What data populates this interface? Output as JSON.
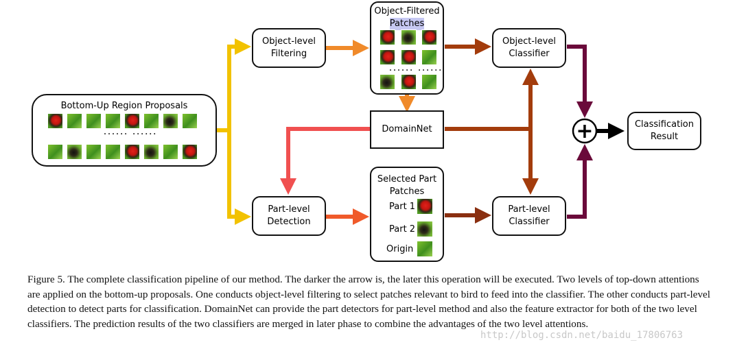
{
  "diagram": {
    "boxes": {
      "proposals": "Bottom-Up Region Proposals",
      "object_filtering": [
        "Object-level",
        "Filtering"
      ],
      "object_patches": [
        "Object-Filtered",
        "Patches"
      ],
      "domainnet": "DomainNet",
      "part_detection": [
        "Part-level",
        "Detection"
      ],
      "part_patches": [
        "Selected Part",
        "Patches"
      ],
      "object_classifier": [
        "Object-level",
        "Classifier"
      ],
      "part_classifier": [
        "Part-level",
        "Classifier"
      ],
      "result": [
        "Classification",
        "Result"
      ]
    },
    "part_labels": [
      "Part 1",
      "Part 2",
      "Origin"
    ],
    "ellipsis": "...... ......",
    "merge_symbol": "+"
  },
  "caption": "Figure 5. The complete classification pipeline of our method. The darker the arrow is, the later this operation will be executed. Two levels of top-down attentions are applied on the bottom-up proposals. One conducts object-level filtering to select patches relevant to bird to feed into the classifier. The other conducts part-level detection to detect parts for classification. DomainNet can provide the part detectors for part-level method and also the feature extractor for both of the two level classifiers. The prediction results of the two classifiers are merged in later phase to combine the advantages of the two level attentions.",
  "watermark": "http://blog.csdn.net/baidu_17806763",
  "colors": {
    "stage1": "#f2c200",
    "stage2": "#f08a2a",
    "stage2b": "#f05a2a",
    "domain_to_part": "#f05050",
    "stage3": "#a33c0c",
    "stage4": "#8a2f10",
    "stage5": "#6a0a3a",
    "final": "#000000"
  }
}
